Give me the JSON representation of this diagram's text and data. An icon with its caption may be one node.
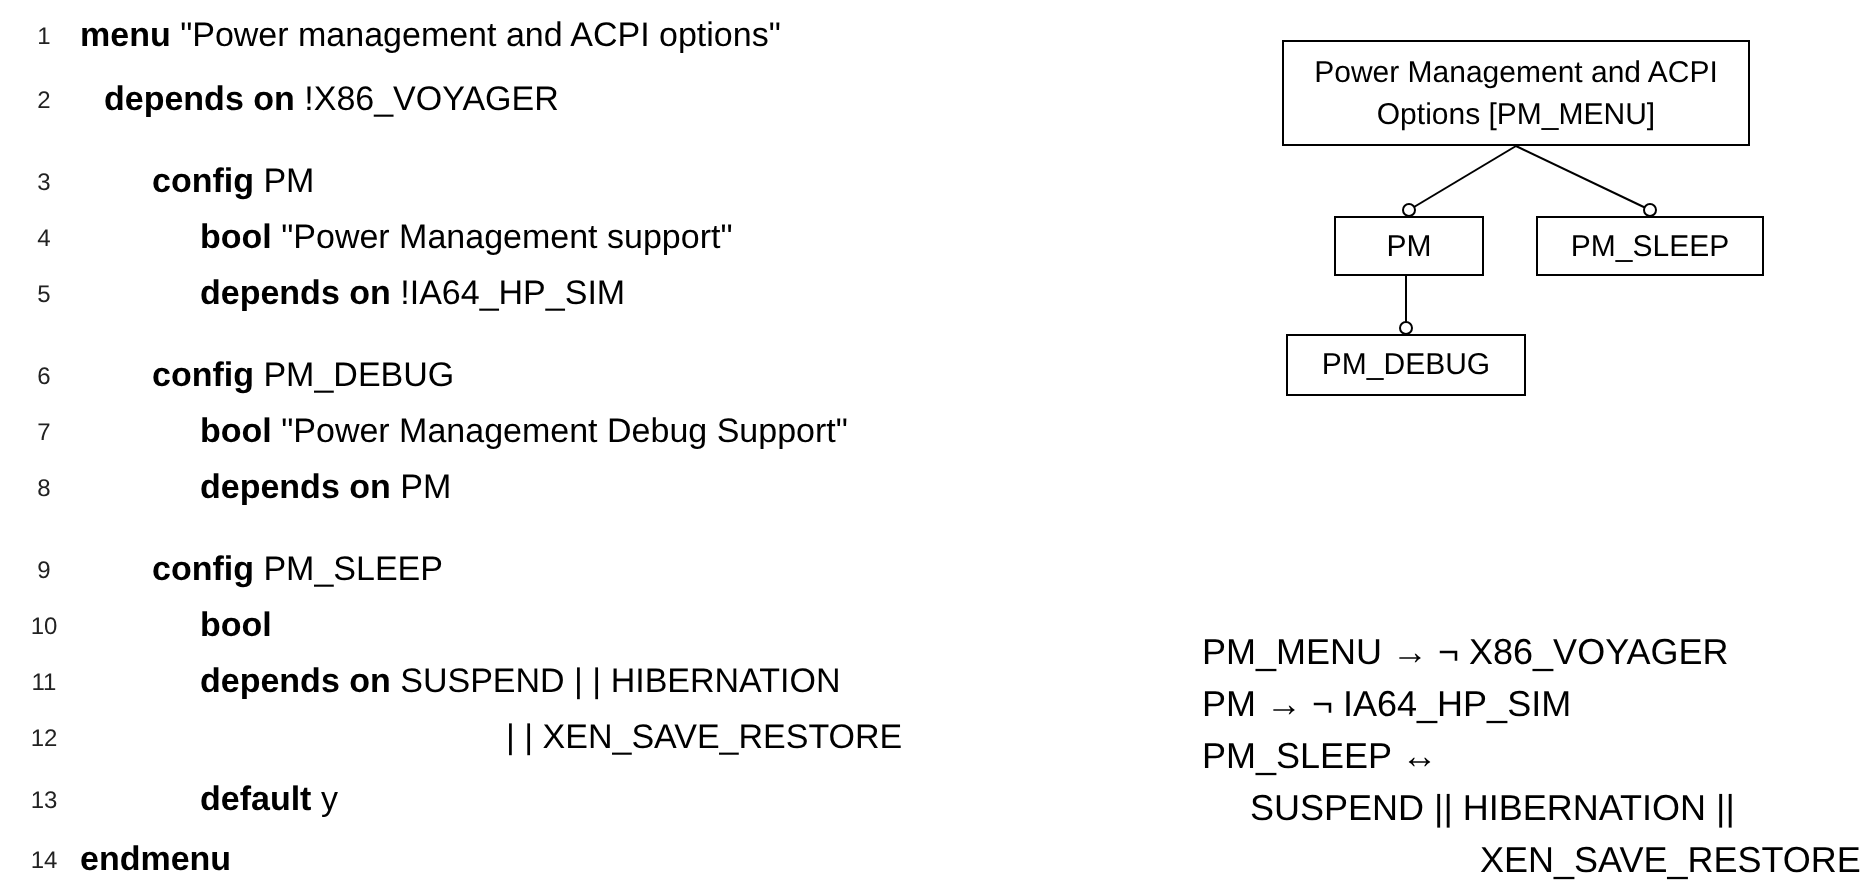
{
  "diagram": {
    "nodes": [
      {
        "text": [
          "Power Management and ACPI Options [PM_MENU]"
        ]
      },
      {
        "text": [
          "PM"
        ]
      },
      {
        "text": [
          "PM_SLEEP"
        ]
      },
      {
        "text": [
          "PM_DEBUG"
        ]
      }
    ],
    "edges": [
      {
        "from": 0,
        "to": 1,
        "arrow": "other"
      },
      {
        "from": 0,
        "to": 2,
        "arrow": "other"
      },
      {
        "from": 1,
        "to": 3,
        "arrow": "other"
      }
    ],
    "labels": [
      "1",
      "**menu** \"Power management and ACPI options\"",
      "2",
      "**depends on** !X86_VOYAGER",
      "3",
      "**config** PM",
      "4",
      "**bool** \"Power Management support\"",
      "5",
      "**depends on** !IA64_HP_SIM",
      "6",
      "**config** PM_DEBUG",
      "7",
      "**bool** \"Power Management Debug Support\"",
      "8",
      "**depends on** PM",
      "9",
      "**config** PM_SLEEP",
      "10",
      "**bool**",
      "11",
      "**depends on** SUSPEND | | HIBERNATION",
      "12",
      "| | XEN_SAVE_RESTORE",
      "13",
      "**default** y",
      "14",
      "**endmenu**",
      "PM_MENU → ¬ X86_VOYAGER",
      "PM → ¬ IA64_HP_SIM",
      "PM_SLEEP ↔",
      "SUSPEND || HIBERNATION ||",
      "XEN_SAVE_RESTORE"
    ]
  }
}
